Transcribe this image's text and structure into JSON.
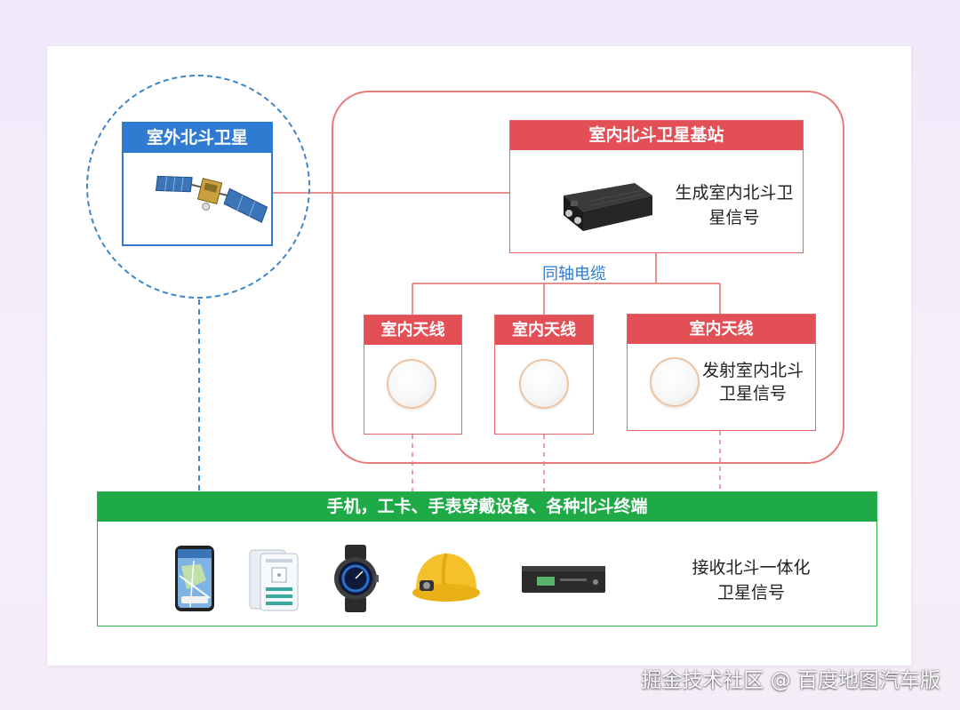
{
  "outdoor": {
    "title": "室外北斗卫星"
  },
  "base_station": {
    "title": "室内北斗卫星基站",
    "description": "生成室内北斗卫星信号"
  },
  "coax": {
    "label": "同轴电缆"
  },
  "antennas": [
    {
      "title": "室内天线"
    },
    {
      "title": "室内天线"
    },
    {
      "title": "室内天线",
      "description": "发射室内北斗卫星信号"
    }
  ],
  "terminals": {
    "title": "手机，工卡、手表穿戴设备、各种北斗终端",
    "description": "接收北斗一体化卫星信号",
    "devices": [
      "phone-icon",
      "id-card-icon",
      "smartwatch-icon",
      "helmet-icon",
      "receiver-box-icon"
    ]
  },
  "watermark": "掘金技术社区 @ 百度地图汽车版",
  "colors": {
    "blue": "#2f7bd1",
    "red": "#e24f55",
    "green": "#1faa48"
  }
}
